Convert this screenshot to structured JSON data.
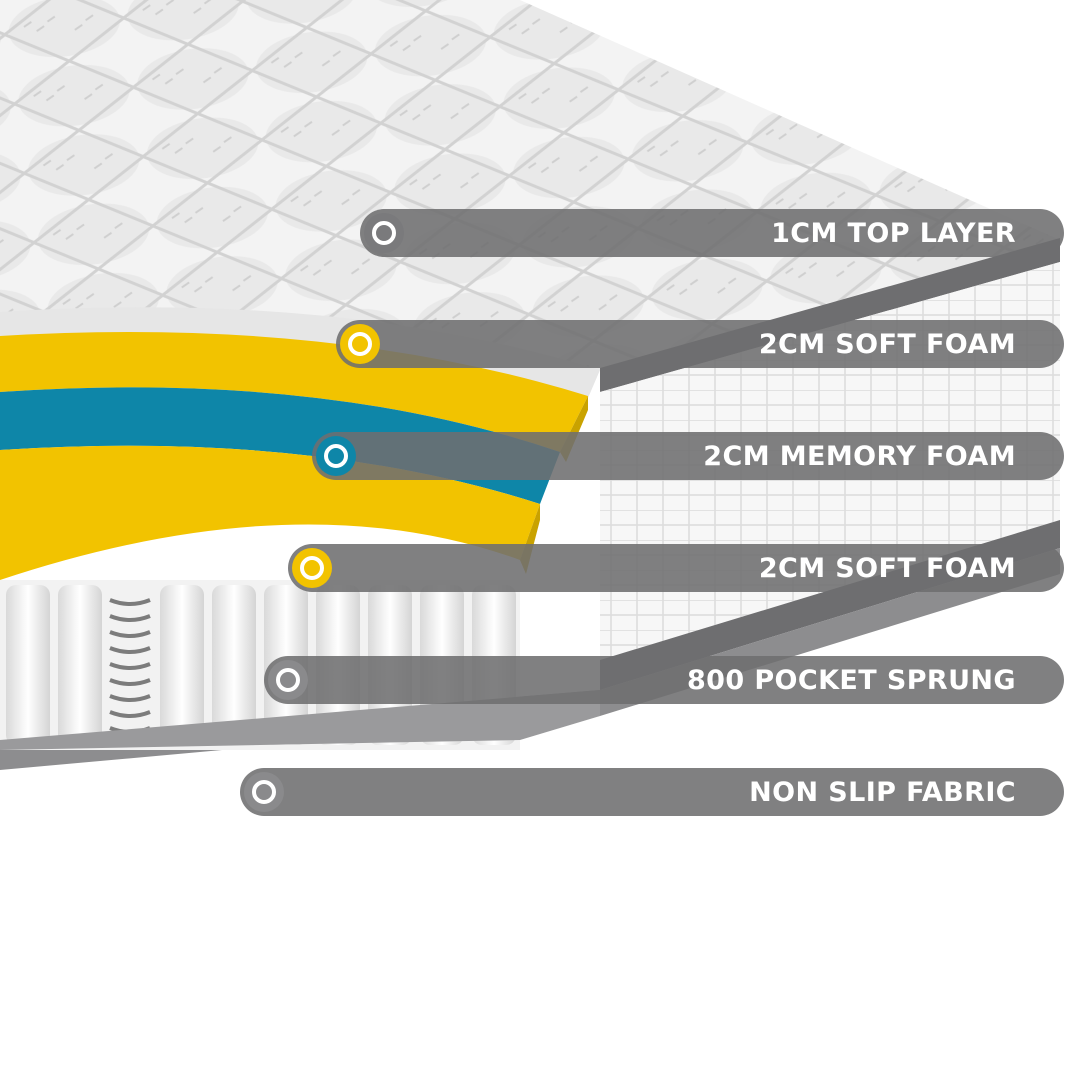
{
  "layers": [
    {
      "label": "1CM TOP LAYER",
      "dot_color": "#7a7a7c"
    },
    {
      "label": "2CM SOFT FOAM",
      "dot_color": "#f2c300"
    },
    {
      "label": "2CM MEMORY FOAM",
      "dot_color": "#0e86a8"
    },
    {
      "label": "2CM SOFT FOAM",
      "dot_color": "#f2c300"
    },
    {
      "label": "800 POCKET SPRUNG",
      "dot_color": "#8a8a8c"
    },
    {
      "label": "NON SLIP FABRIC",
      "dot_color": "#8a8a8c"
    }
  ],
  "colors": {
    "soft_foam": "#f2c300",
    "memory_foam": "#0e86a8",
    "cover": "#f4f4f4",
    "trim": "#6e6e70",
    "callout": "#6e6e70"
  }
}
